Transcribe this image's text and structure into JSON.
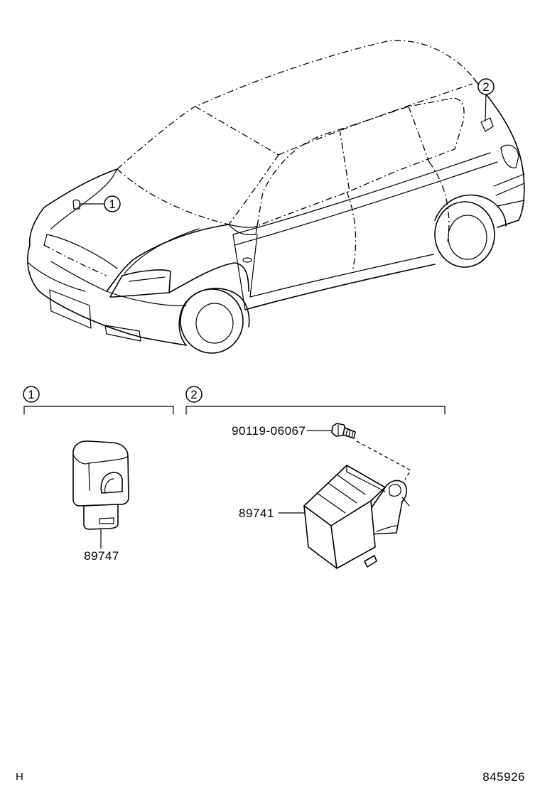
{
  "callouts": {
    "one": "1",
    "two": "2"
  },
  "groups": [
    {
      "id": "1",
      "label": "1"
    },
    {
      "id": "2",
      "label": "2"
    }
  ],
  "parts": {
    "sensor_part_no": "89747",
    "bolt_part_no": "90119-06067",
    "module_part_no": "89741"
  },
  "footer": {
    "left": "H",
    "right": "845926"
  }
}
